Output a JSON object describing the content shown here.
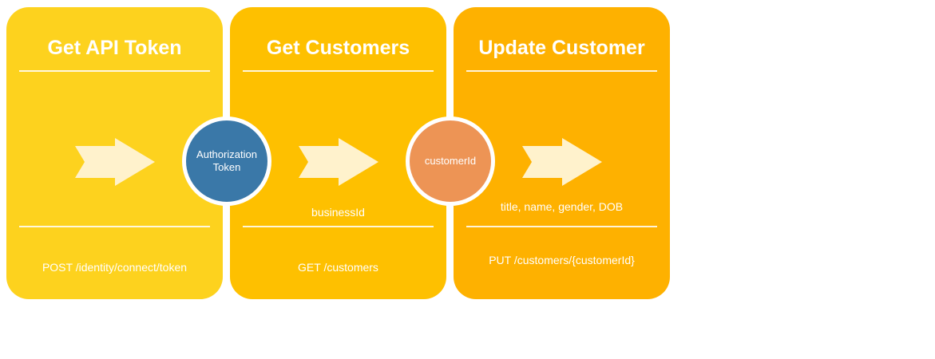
{
  "colors": {
    "panel1": "#fdd21e",
    "panel2": "#fec000",
    "panel3": "#feb100",
    "token_circle": "#3a78a8",
    "customer_circle": "#ed9455",
    "arrow": "#fff2cc"
  },
  "steps": [
    {
      "title": "Get API Token",
      "note": "",
      "endpoint": "POST /identity/connect/token"
    },
    {
      "title": "Get Customers",
      "note": "businessId",
      "endpoint": "GET /customers"
    },
    {
      "title": "Update Customer",
      "note": "title, name, gender, DOB",
      "endpoint": "PUT /customers/{customerId}"
    }
  ],
  "connectors": [
    {
      "label_line1": "Authorization",
      "label_line2": "Token"
    },
    {
      "label_line1": "customerId",
      "label_line2": ""
    }
  ]
}
